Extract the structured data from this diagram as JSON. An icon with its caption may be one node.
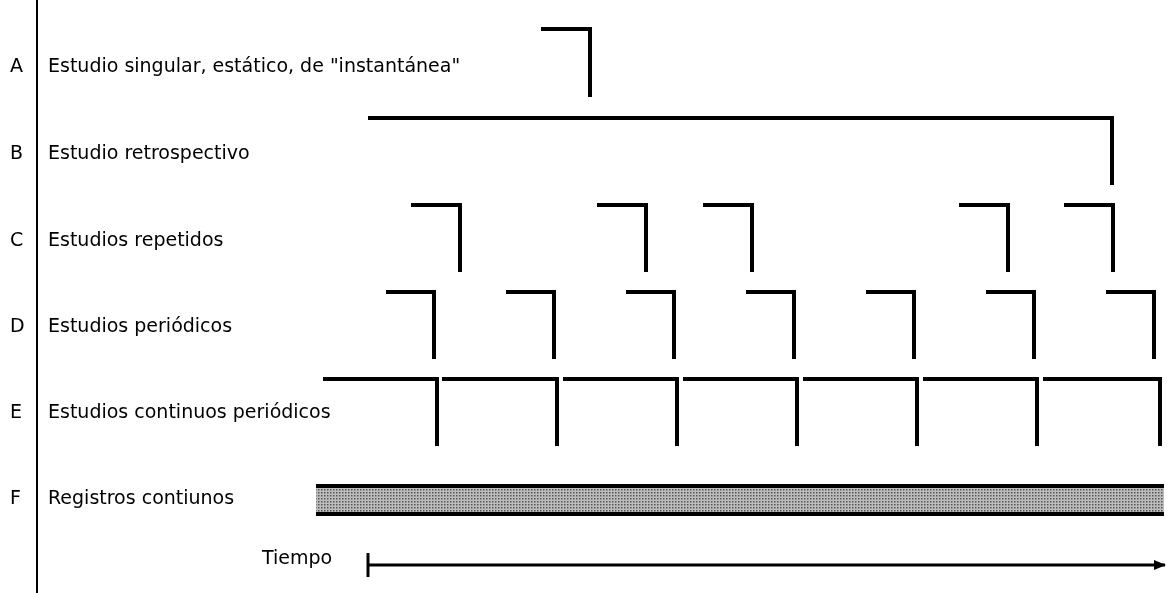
{
  "diagram": {
    "labels": [
      "A",
      "Estudio singular, estático, de \"instantánea\"",
      "B",
      "Estudio retrospectivo",
      "C",
      "Estudios repetidos",
      "D",
      "Estudios periódicos",
      "E",
      "Estudios continuos periódicos",
      "F",
      "Registros contiunos",
      "Tiempo"
    ]
  }
}
